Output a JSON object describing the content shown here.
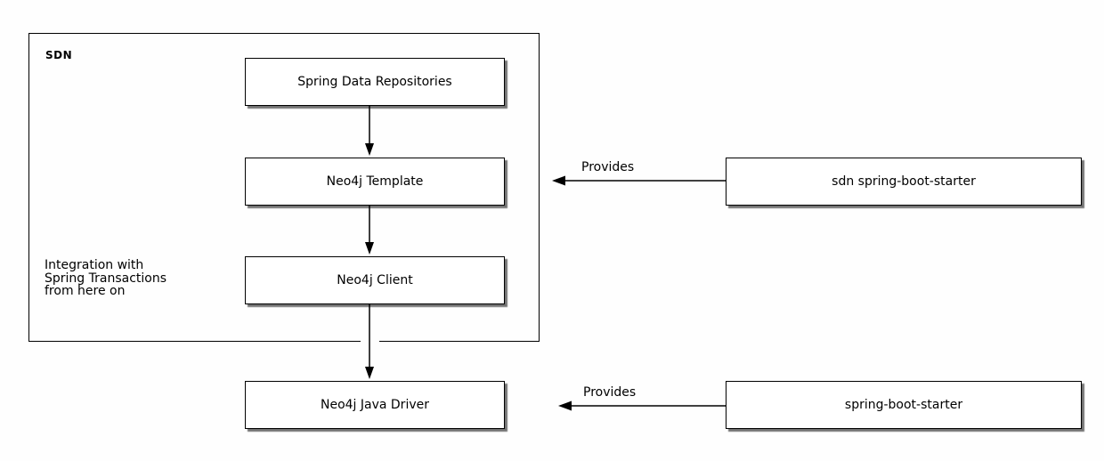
{
  "diagram": {
    "type": "block-diagram",
    "container": {
      "label": "SDN"
    },
    "nodes": {
      "spring_data_repositories": {
        "label": "Spring Data Repositories"
      },
      "neo4j_template": {
        "label": "Neo4j Template"
      },
      "neo4j_client": {
        "label": "Neo4j Client"
      },
      "neo4j_java_driver": {
        "label": "Neo4j Java Driver"
      },
      "sdn_spring_boot_starter": {
        "label": "sdn spring-boot-starter"
      },
      "spring_boot_starter": {
        "label": "spring-boot-starter"
      }
    },
    "annotations": {
      "integration_note_lines": [
        "Integration with",
        "Spring Transactions",
        "from here on"
      ],
      "provides_top": "Provides",
      "provides_bottom": "Provides"
    },
    "edges": [
      {
        "from": "Spring Data Repositories",
        "to": "Neo4j Template",
        "label": ""
      },
      {
        "from": "Neo4j Template",
        "to": "Neo4j Client",
        "label": ""
      },
      {
        "from": "Neo4j Client",
        "to": "Neo4j Java Driver",
        "label": ""
      },
      {
        "from": "sdn spring-boot-starter",
        "to": "Neo4j Template",
        "label": "Provides"
      },
      {
        "from": "spring-boot-starter",
        "to": "Neo4j Java Driver",
        "label": "Provides"
      }
    ],
    "colors": {
      "background": "#fefefe",
      "node_fill": "#ffffff",
      "node_border": "#000000",
      "arrow": "#000000",
      "text": "#000000",
      "shadow_rgba": "rgba(0,0,0,0.55)"
    }
  }
}
